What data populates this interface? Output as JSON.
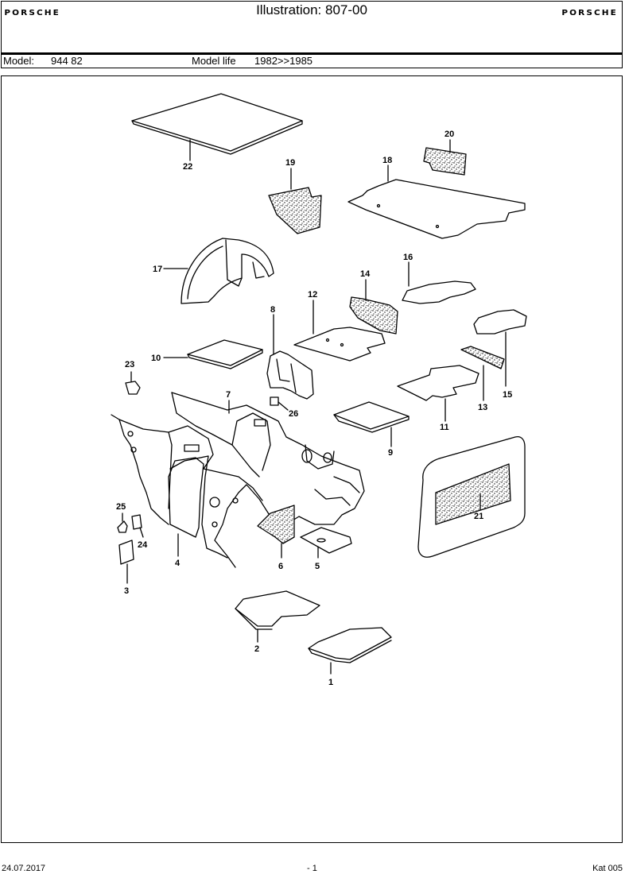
{
  "header": {
    "logo_left": "PORSCHE",
    "logo_right": "PORSCHE",
    "title": "Illustration: 807-00"
  },
  "model_bar": {
    "model_label": "Model:",
    "model_value": "944 82",
    "life_label": "Model life",
    "life_value": "1982>>1985"
  },
  "callouts": {
    "c1": "1",
    "c2": "2",
    "c3": "3",
    "c4": "4",
    "c5": "5",
    "c6": "6",
    "c7": "7",
    "c8": "8",
    "c9": "9",
    "c10": "10",
    "c11": "11",
    "c12": "12",
    "c13": "13",
    "c14": "14",
    "c15": "15",
    "c16": "16",
    "c17": "17",
    "c18": "18",
    "c19": "19",
    "c20": "20",
    "c21": "21",
    "c22": "22",
    "c23": "23",
    "c24": "24",
    "c25": "25",
    "c26": "26"
  },
  "footer": {
    "date": "24.07.2017",
    "page": "- 1",
    "catalog": "Kat 005"
  }
}
